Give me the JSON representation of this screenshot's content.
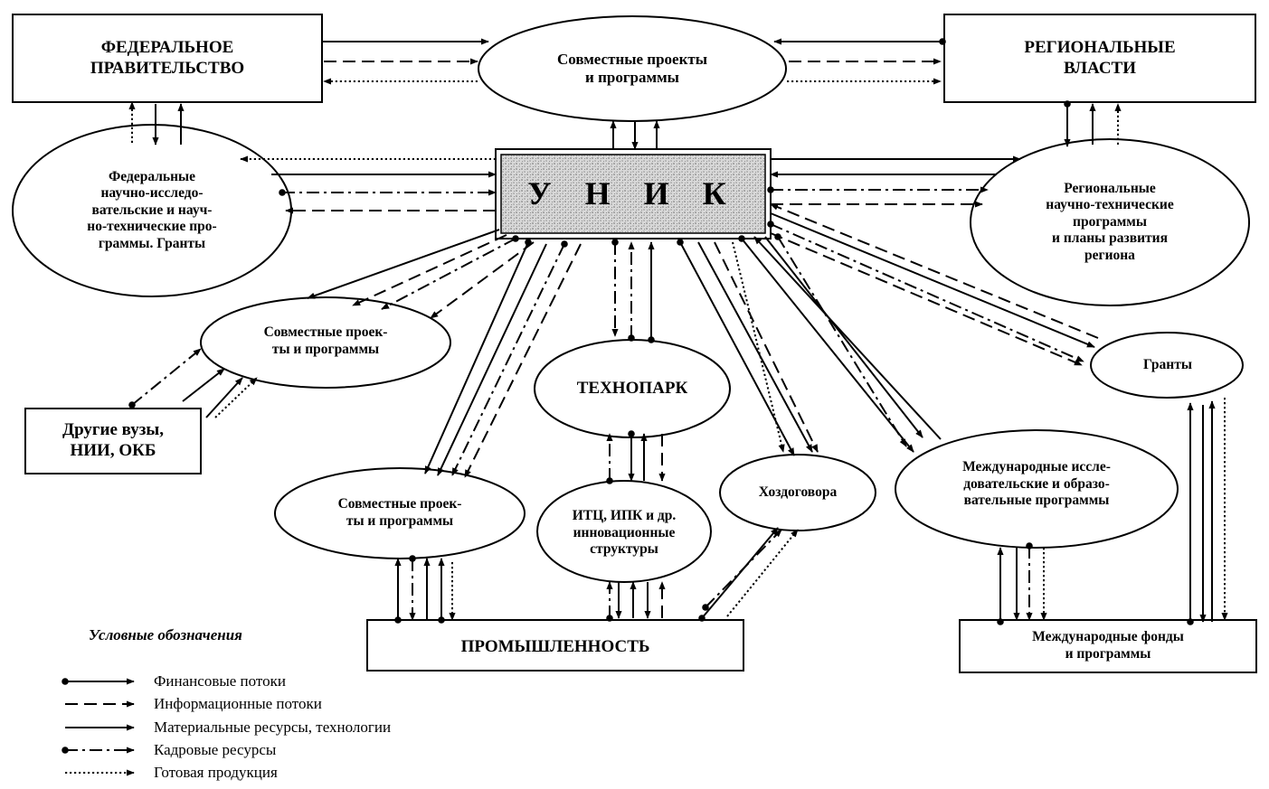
{
  "nodes": {
    "federal_government": "ФЕДЕРАЛЬНОЕ\nПРАВИТЕЛЬСТВО",
    "regional_authorities": "РЕГИОНАЛЬНЫЕ\nВЛАСТИ",
    "joint_projects_top": "Совместные проекты\nи программы",
    "unik": "У Н И К",
    "federal_programs": "Федеральные\nнаучно-исследо-\nвательские и науч-\nно-технические про-\nграммы. Гранты",
    "regional_programs": "Региональные\nнаучно-технические\nпрограммы\nи планы развития\nрегиона",
    "joint_projects_left": "Совместные проек-\nты и программы",
    "other_universities": "Другие вузы,\nНИИ, ОКБ",
    "technopark": "ТЕХНОПАРК",
    "grants": "Гранты",
    "contracts": "Хоздоговора",
    "international_programs": "Международные иссле-\nдовательские и образо-\nвательные программы",
    "joint_projects_bottom": "Совместные проек-\nты и программы",
    "itc": "ИТЦ, ИПК и др.\nинновационные\nструктуры",
    "industry": "ПРОМЫШЛЕННОСТЬ",
    "international_funds": "Международные фонды\nи программы"
  },
  "legend": {
    "title": "Условные обозначения",
    "items": [
      {
        "label": "Финансовые потоки",
        "style": "financial"
      },
      {
        "label": "Информационные потоки",
        "style": "information"
      },
      {
        "label": "Материальные ресурсы, технологии",
        "style": "material"
      },
      {
        "label": "Кадровые ресурсы",
        "style": "personnel"
      },
      {
        "label": "Готовая продукция",
        "style": "product"
      }
    ]
  }
}
